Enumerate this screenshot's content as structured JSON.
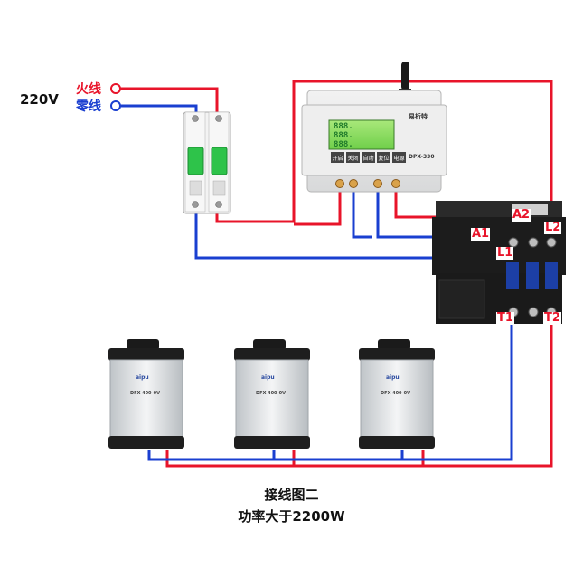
{
  "labels": {
    "voltage": "220V",
    "live": "火线",
    "neutral": "零线"
  },
  "caption": {
    "line1": "接线图二",
    "line2": "功率大于2200W"
  },
  "controller": {
    "brand": "易析特",
    "model": "DPX-330",
    "screen_rows": [
      "888.",
      "888.",
      "888."
    ],
    "buttons": [
      "开启",
      "关闭",
      "自动",
      "复位",
      "电源"
    ]
  },
  "contactor": {
    "terminals": {
      "a2": "A2",
      "l2": "L2",
      "a1": "A1",
      "l1": "L1",
      "t1": "T1",
      "t2": "T2"
    }
  },
  "psu": {
    "brand": "aipu",
    "model": "DFX-400-0V",
    "count": 3
  },
  "colors": {
    "live": "#e8142a",
    "neutral": "#1a3fd0",
    "psu_body": "#d8dcdf",
    "controller_body": "#e9eaeb",
    "breaker_green": "#2ec34a",
    "contactor_body": "#1c1c1c"
  }
}
